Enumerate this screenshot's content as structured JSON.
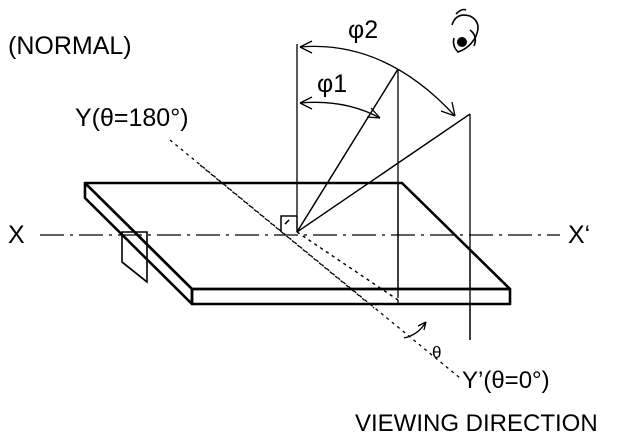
{
  "labels": {
    "normal": "(NORMAL)",
    "phi2": "φ2",
    "phi1": "φ1",
    "y_axis": "Y(θ=180°)",
    "x_axis": "X",
    "x_prime": "X‘",
    "theta": "θ",
    "y_prime": "Y’(θ=0°)",
    "viewing_direction": "VIEWING  DIRECTION"
  },
  "icons": {
    "eye": "eye-icon"
  }
}
